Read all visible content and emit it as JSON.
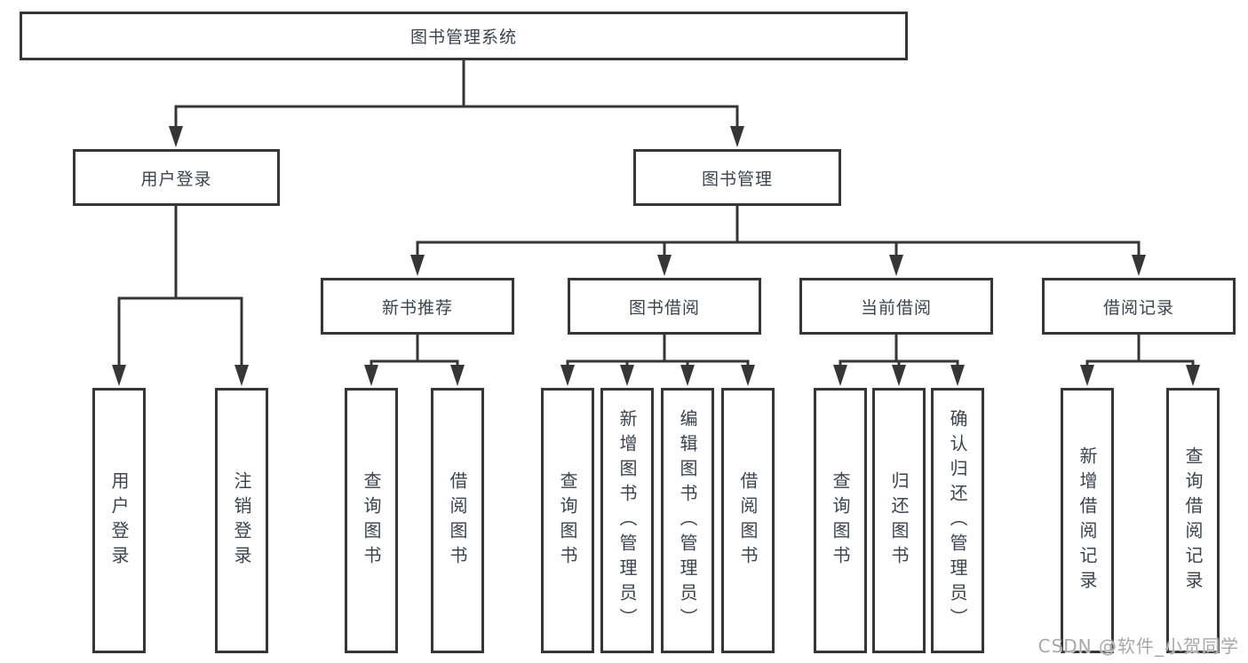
{
  "diagram": {
    "root": {
      "label": "图书管理系统"
    },
    "level2": {
      "login": {
        "label": "用户登录"
      },
      "management": {
        "label": "图书管理"
      }
    },
    "level3": {
      "recommend": {
        "label": "新书推荐"
      },
      "borrowing": {
        "label": "图书借阅"
      },
      "current": {
        "label": "当前借阅"
      },
      "records": {
        "label": "借阅记录"
      }
    },
    "leaves": {
      "login_user_login": "用户登录",
      "login_logout": "注销登录",
      "recommend_query_book": "查询图书",
      "recommend_borrow_book": "借阅图书",
      "borrowing_query_book": "查询图书",
      "borrowing_add_book_admin": "新增图书（管理员）",
      "borrowing_edit_book_admin": "编辑图书（管理员）",
      "borrowing_borrow_book": "借阅图书",
      "current_query_book": "查询图书",
      "current_return_book": "归还图书",
      "current_confirm_return_admin": "确认归还（管理员）",
      "records_add_record": "新增借阅记录",
      "records_query_record": "查询借阅记录"
    }
  },
  "watermark": {
    "text": "CSDN @软件_小贺同学"
  },
  "colors": {
    "line": "#363636",
    "node_text": "#3d434c",
    "watermark_text": "#a8a8a8",
    "background": "#ffffff"
  }
}
